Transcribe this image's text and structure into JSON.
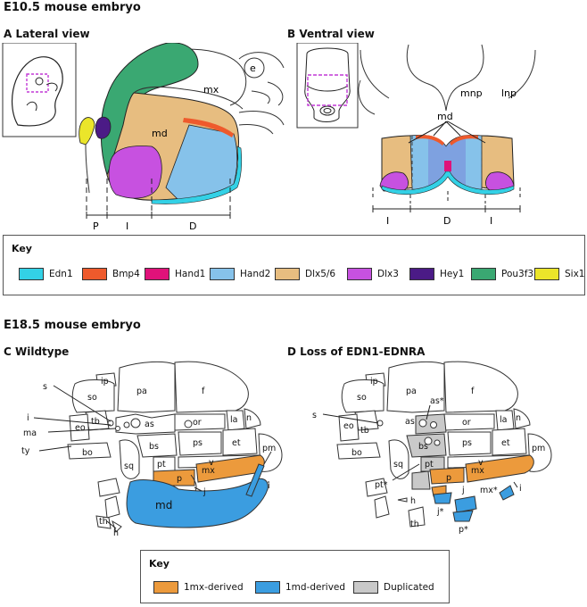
{
  "titles": {
    "e105": "E10.5 mouse embryo",
    "e185": "E18.5 mouse embryo"
  },
  "panels": {
    "A": "A  Lateral view",
    "B": "B  Ventral view",
    "C": "C  Wildtype",
    "D": "D  Loss of EDN1-EDNRA"
  },
  "keyTop": {
    "title": "Key",
    "items": [
      {
        "label": "Edn1",
        "color": "#33d1e6"
      },
      {
        "label": "Bmp4",
        "color": "#ee5a2c"
      },
      {
        "label": "Hand1",
        "color": "#e0127a"
      },
      {
        "label": "Hand2",
        "color": "#86c2ea"
      },
      {
        "label": "Dlx5/6",
        "color": "#e7bd80"
      },
      {
        "label": "Dlx3",
        "color": "#c751e0"
      },
      {
        "label": "Hey1",
        "color": "#4b1b86"
      },
      {
        "label": "Pou3f3",
        "color": "#3aa872"
      },
      {
        "label": "Six1",
        "color": "#ebe52a"
      }
    ]
  },
  "keyBottom": {
    "title": "Key",
    "items": [
      {
        "label": "1mx-derived",
        "color": "#ec9a3c"
      },
      {
        "label": "1md-derived",
        "color": "#3b9de0"
      },
      {
        "label": "Duplicated",
        "color": "#c9c9c9"
      }
    ]
  },
  "labelsA": {
    "e": "e",
    "mx": "mx",
    "md": "md",
    "P": "P",
    "I": "I",
    "D": "D"
  },
  "labelsB": {
    "mnp": "mnp",
    "lnp": "lnp",
    "md": "md",
    "I1": "I",
    "D": "D",
    "I2": "I"
  },
  "labelsC": {
    "ip": "ip",
    "pa": "pa",
    "f": "f",
    "so": "so",
    "s": "s",
    "tb": "tb",
    "i": "i",
    "eo": "eo",
    "ma": "ma",
    "ty": "ty",
    "bo": "bo",
    "as": "as",
    "or": "or",
    "la": "la",
    "n": "n",
    "bs": "bs",
    "ps": "ps",
    "et": "et",
    "pm": "pm",
    "sq": "sq",
    "pt": "pt",
    "v": "v",
    "p": "p",
    "mx": "mx",
    "j": "j",
    "md": "md",
    "i2": "i",
    "th": "th",
    "h": "h"
  },
  "labelsD": {
    "ip": "ip",
    "pa": "pa",
    "f": "f",
    "so": "so",
    "s": "s",
    "tb": "tb",
    "eo": "eo",
    "bo": "bo",
    "as_star": "as*",
    "as": "as",
    "or": "or",
    "la": "la",
    "n": "n",
    "bs": "bs",
    "ps": "ps",
    "et": "et",
    "pm": "pm",
    "sq": "sq",
    "pt": "pt",
    "pt_star": "pt*",
    "v": "v",
    "p": "p",
    "mx": "mx",
    "j": "j",
    "mx_star": "mx*",
    "i": "i",
    "h": "h",
    "j_star": "j*",
    "th": "th",
    "p_star": "p*"
  }
}
